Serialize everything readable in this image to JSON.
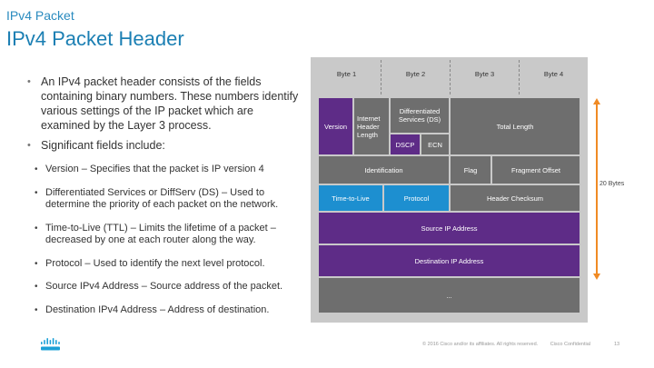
{
  "header": {
    "kicker": "IPv4 Packet",
    "title": "IPv4 Packet Header"
  },
  "bullets": [
    "An IPv4 packet header consists of the fields containing binary numbers. These numbers identify various settings of the IP packet which are examined by the Layer 3 process.",
    "Significant fields include:"
  ],
  "sub_bullets": [
    "Version – Specifies that the packet is IP version 4",
    "Differentiated Services or DiffServ (DS) – Used to determine the priority of each packet on the network.",
    "Time-to-Live (TTL) – Limits the lifetime of a packet – decreased by one at each router along the way.",
    "Protocol – Used to identify the next level protocol.",
    "Source IPv4 Address – Source address of the packet.",
    "Destination IPv4 Address – Address of destination."
  ],
  "diagram": {
    "bytes": [
      "Byte 1",
      "Byte 2",
      "Byte 3",
      "Byte 4"
    ],
    "fields": {
      "version": "Version",
      "ihl": "Internet Header Length",
      "ds": "Differentiated Services (DS)",
      "dscp": "DSCP",
      "ecn": "ECN",
      "total_length": "Total Length",
      "identification": "Identification",
      "flag": "Flag",
      "fragment_offset": "Fragment Offset",
      "ttl": "Time-to-Live",
      "protocol": "Protocol",
      "checksum": "Header Checksum",
      "source": "Source IP Address",
      "destination": "Destination IP Address",
      "options": "..."
    },
    "size_label": "20 Bytes"
  },
  "colors": {
    "title": "#1b7fb3",
    "gray_field": "#6e6e6e",
    "purple_field": "#5e2c87",
    "blue_field": "#1d8fd0",
    "size_arrow": "#f08a24",
    "logo": "#1ba0d7"
  },
  "footer": {
    "logo_icon": "cisco-logo-icon",
    "copyright": "© 2016 Cisco and/or its affiliates. All rights reserved.",
    "confidential": "Cisco Confidential",
    "page": "13"
  }
}
